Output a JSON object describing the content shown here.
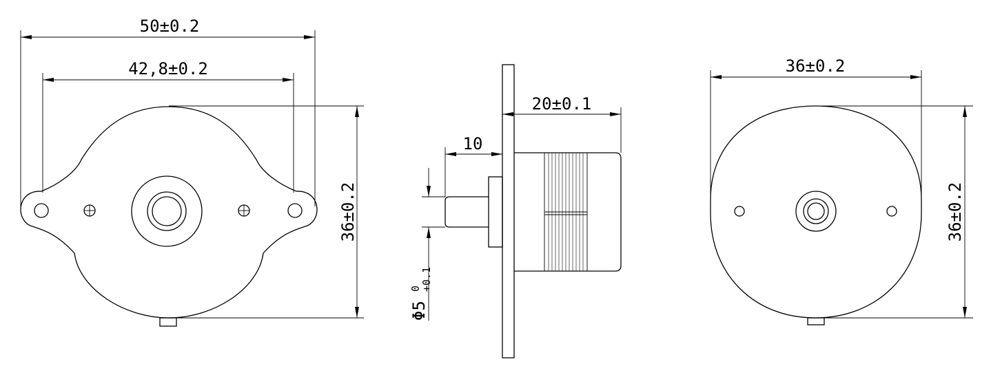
{
  "dimensions": {
    "overall_width": "50±0.2",
    "hole_spacing": "42,8±0.2",
    "height_front": "36±0.2",
    "body_depth": "20±0.1",
    "shaft_length": "10",
    "shaft_diameter_symbol": "Φ5",
    "shaft_tol_upper": "0",
    "shaft_tol_lower": "+0.1",
    "back_width": "36±0.2",
    "height_back": "36±0.2"
  }
}
